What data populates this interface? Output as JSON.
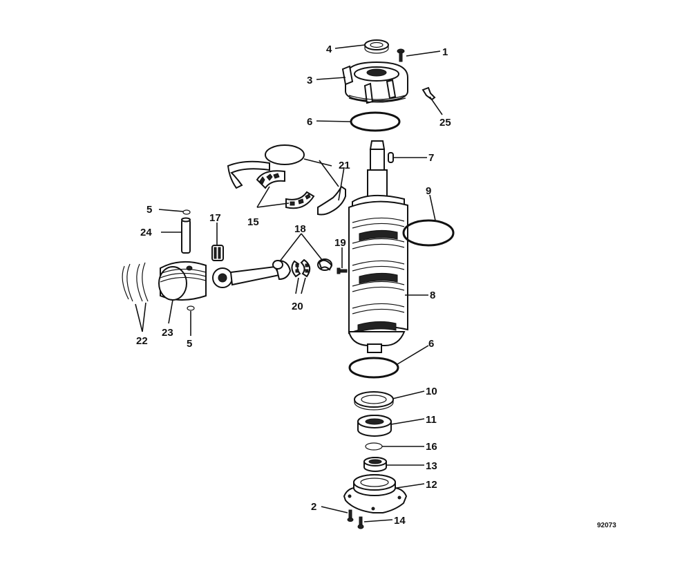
{
  "diagram": {
    "drawing_number": "92073",
    "callouts": [
      {
        "id": "c1",
        "text": "1"
      },
      {
        "id": "c2",
        "text": "2"
      },
      {
        "id": "c3",
        "text": "3"
      },
      {
        "id": "c4",
        "text": "4"
      },
      {
        "id": "c5a",
        "text": "5"
      },
      {
        "id": "c5b",
        "text": "5"
      },
      {
        "id": "c6a",
        "text": "6"
      },
      {
        "id": "c6b",
        "text": "6"
      },
      {
        "id": "c7",
        "text": "7"
      },
      {
        "id": "c8",
        "text": "8"
      },
      {
        "id": "c9",
        "text": "9"
      },
      {
        "id": "c10",
        "text": "10"
      },
      {
        "id": "c11",
        "text": "11"
      },
      {
        "id": "c12",
        "text": "12"
      },
      {
        "id": "c13",
        "text": "13"
      },
      {
        "id": "c14",
        "text": "14"
      },
      {
        "id": "c15",
        "text": "15"
      },
      {
        "id": "c16",
        "text": "16"
      },
      {
        "id": "c17",
        "text": "17"
      },
      {
        "id": "c18",
        "text": "18"
      },
      {
        "id": "c19",
        "text": "19"
      },
      {
        "id": "c20",
        "text": "20"
      },
      {
        "id": "c21",
        "text": "21"
      },
      {
        "id": "c22",
        "text": "22"
      },
      {
        "id": "c23",
        "text": "23"
      },
      {
        "id": "c24",
        "text": "24"
      },
      {
        "id": "c25",
        "text": "25"
      }
    ]
  }
}
